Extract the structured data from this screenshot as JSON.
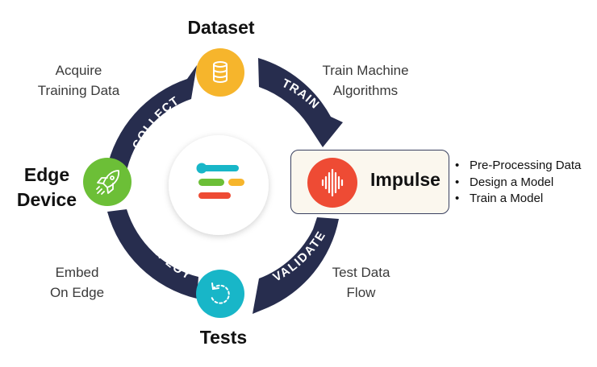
{
  "nodes": {
    "dataset": {
      "title": "Dataset",
      "color": "#f6b52c"
    },
    "edge_device": {
      "title_line1": "Edge",
      "title_line2": "Device",
      "color": "#6cbf37"
    },
    "impulse": {
      "title": "Impulse",
      "color": "#ee4b34"
    },
    "tests": {
      "title": "Tests",
      "color": "#18b6c8"
    }
  },
  "arcs": {
    "collect": "COLLECT",
    "train": "TRAIN",
    "validate": "VALIDATE",
    "deploy": "DEPLOY",
    "color": "#272d4e"
  },
  "labels": {
    "acquire_line1": "Acquire",
    "acquire_line2": "Training Data",
    "train_ml_line1": "Train Machine",
    "train_ml_line2": "Algorithms",
    "embed_line1": "Embed",
    "embed_line2": "On Edge",
    "test_flow_line1": "Test Data",
    "test_flow_line2": "Flow"
  },
  "impulse_steps": [
    "Pre-Processing Data",
    "Design a Model",
    "Train a Model"
  ],
  "center_logo_colors": [
    "#18b6c8",
    "#6cbf37",
    "#f6b52c",
    "#ee4b34"
  ]
}
